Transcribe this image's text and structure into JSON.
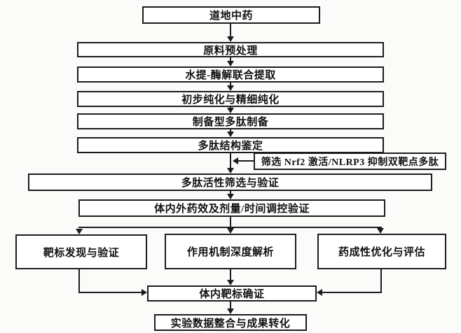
{
  "colors": {
    "background": "#fbfbfa",
    "box_fill": "#ffffff",
    "line_and_border": "#1c1c1c",
    "text": "#111111"
  },
  "nodes": [
    {
      "label": "道地中药"
    },
    {
      "label": "原料预处理"
    },
    {
      "label": "水提-酶解联合提取"
    },
    {
      "label": "初步纯化与精细纯化"
    },
    {
      "label": "制备型多肽制备"
    },
    {
      "label": "多肽结构鉴定"
    },
    {
      "label": "筛选 Nrf2 激活/NLRP3 抑制双靶点多肽"
    },
    {
      "label": "多肽活性筛选与验证"
    },
    {
      "label": "体内外药效及剂量/时间调控验证"
    },
    {
      "label": "靶标发现与验证"
    },
    {
      "label": "作用机制深度解析"
    },
    {
      "label": "药成性优化与评估"
    },
    {
      "label": "体内靶标确证"
    },
    {
      "label": "实验数据整合与成果转化"
    }
  ]
}
